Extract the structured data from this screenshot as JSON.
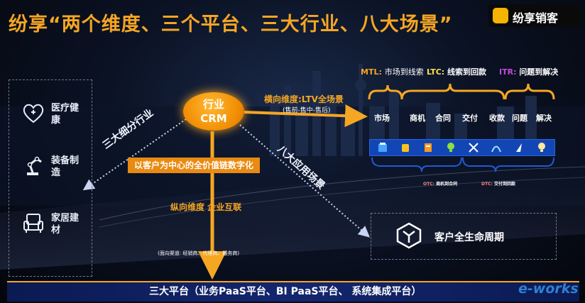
{
  "title": "纷享“两个维度、三个平台、三大行业、八大场景”",
  "logo": {
    "text": "纷享销客"
  },
  "industries": [
    {
      "icon": "medical-heart-icon",
      "label": "医疗健康"
    },
    {
      "icon": "robot-arm-icon",
      "label": "装备制造"
    },
    {
      "icon": "armchair-icon",
      "label": "家居建材"
    }
  ],
  "crm": {
    "line1": "行业",
    "line2": "CRM"
  },
  "horizontal": {
    "label": "横向维度:LTV全场景",
    "sub": "(售前-售中-售后)"
  },
  "vertical": {
    "label": "纵向维度  企业互联",
    "sub": "(面向渠道: 经销商、代理商、服务商)"
  },
  "diagonal_left": "三大细分行业",
  "diagonal_right": "八大应用场景",
  "banner": "以客户为中心的全价值链数字化",
  "legend": [
    {
      "key": "MTL:",
      "text": "市场到线索",
      "color": "#f5a623"
    },
    {
      "key": "LTC:",
      "text": "线索到回款",
      "color": "#ffe14d"
    },
    {
      "key": "ITR:",
      "text": "问题到解决",
      "color": "#c04ad8"
    }
  ],
  "stages": [
    "市场",
    "商机",
    "合同",
    "交付",
    "收款",
    "问题",
    "解决"
  ],
  "strip_icons": [
    "market-icon",
    "opportunity-icon",
    "contract-icon",
    "bulb-icon",
    "delivery-icon",
    "receipt-icon",
    "issue-icon",
    "solve-icon"
  ],
  "otc": {
    "key": "OTC:",
    "text": "商机到合同"
  },
  "dtc": {
    "key": "DTC:",
    "text": "交付到回款"
  },
  "lifecycle": "客户全生命周期",
  "bottom": "三大平台（业务PaaS平台、BI PaaS平台、 系统集成平台）",
  "watermark": "e-works"
}
